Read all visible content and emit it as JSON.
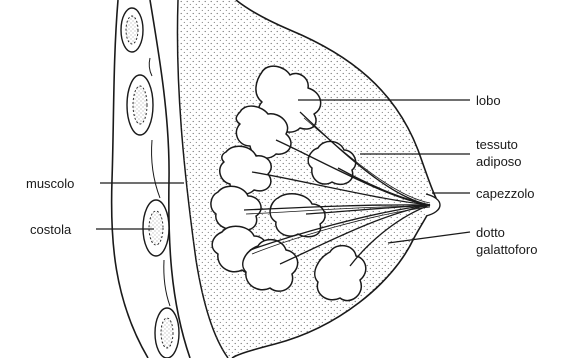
{
  "labels": {
    "lobo": "lobo",
    "tessuto_line1": "tessuto",
    "tessuto_line2": "adiposo",
    "capezzolo": "capezzolo",
    "dotto_line1": "dotto",
    "dotto_line2": "galattoforo",
    "muscolo": "muscolo",
    "costola": "costola"
  },
  "colors": {
    "ink": "#1a1a1a",
    "background": "#ffffff",
    "tissue_stipple": "#6a6a6a"
  }
}
